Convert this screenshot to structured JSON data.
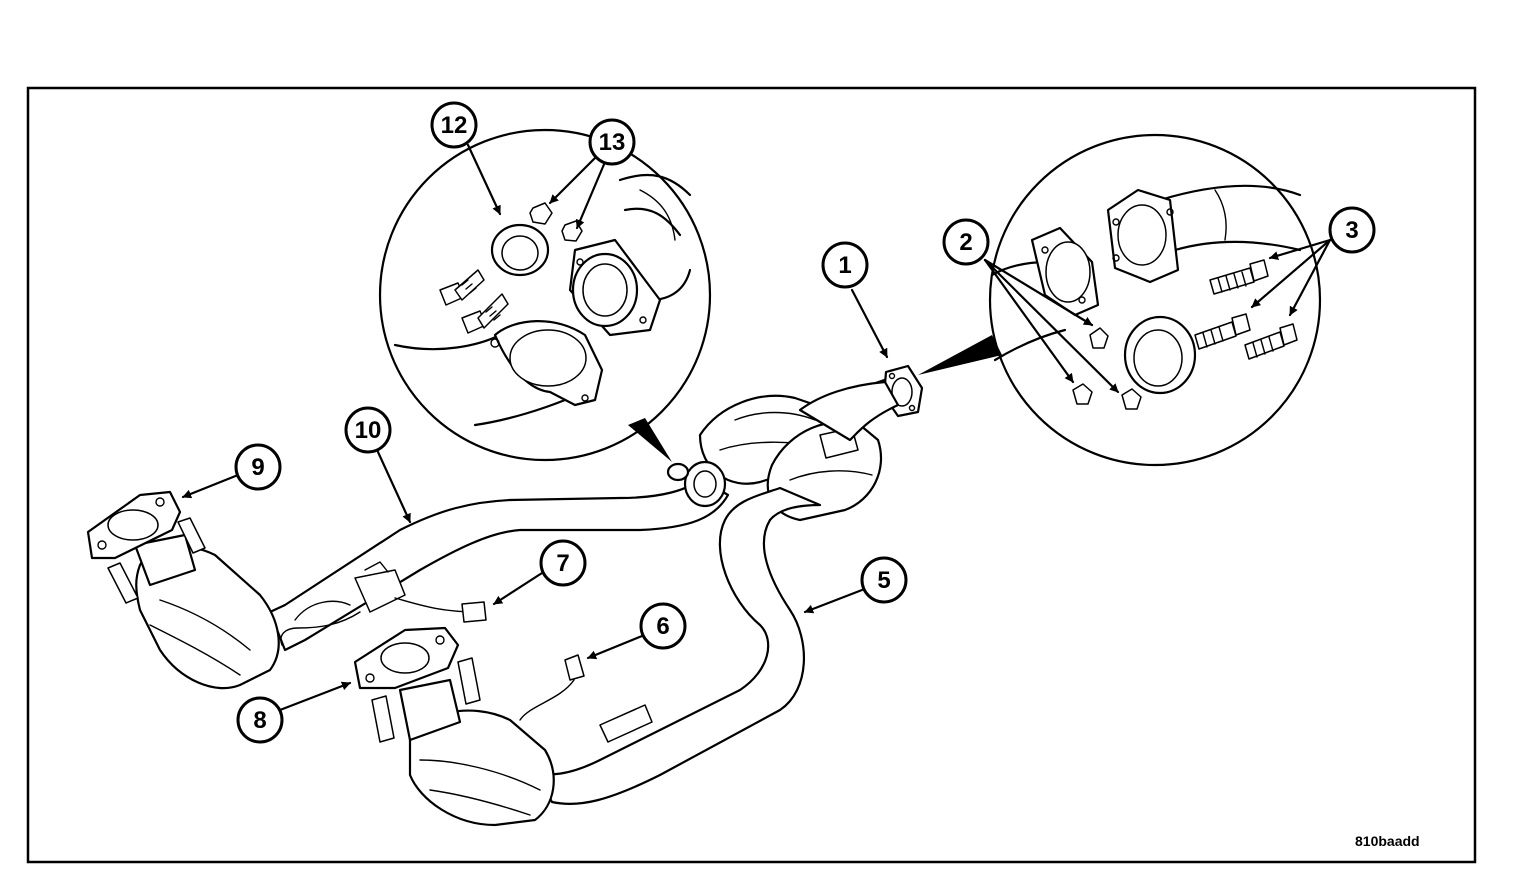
{
  "callouts": {
    "c1": "1",
    "c2": "2",
    "c3": "3",
    "c5": "5",
    "c6": "6",
    "c7": "7",
    "c8": "8",
    "c9": "9",
    "c10": "10",
    "c12": "12",
    "c13": "13"
  },
  "figure_code": "810baadd"
}
